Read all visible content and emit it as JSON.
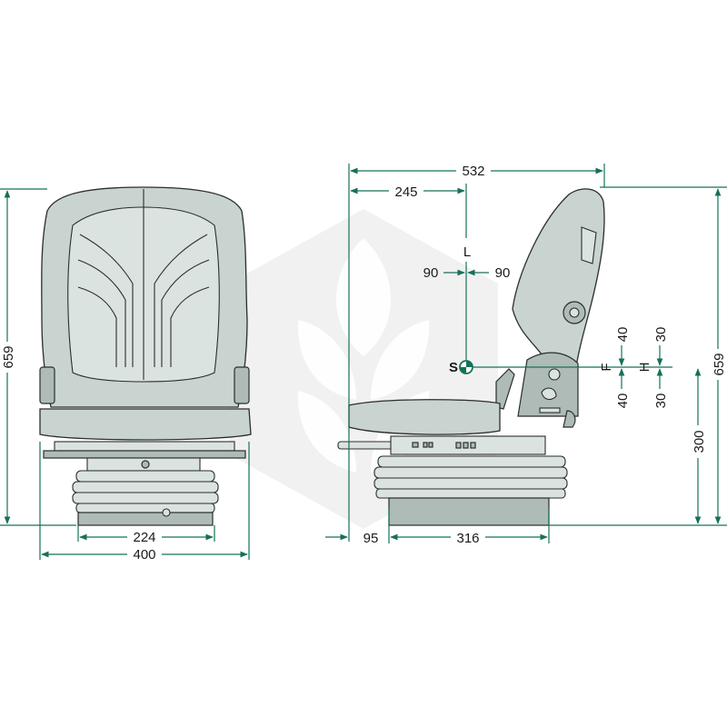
{
  "colors": {
    "dimension_line": "#17705a",
    "seat_fill": "#c9d3cf",
    "outline": "#2a2e2c",
    "watermark": "#e7e7e7"
  },
  "front_view": {
    "overall_height": "659",
    "base_inner_width": "224",
    "overall_width": "400"
  },
  "side_view": {
    "overall_depth": "532",
    "s_point_offset": "245",
    "l_label": "L",
    "fore_aft_minus": "90",
    "fore_aft_plus": "90",
    "s_label": "S",
    "f_label": "F",
    "f_up": "40",
    "f_down": "40",
    "h_label": "H",
    "h_up": "30",
    "h_down": "30",
    "overall_height": "659",
    "seat_height": "300",
    "rear_offset": "95",
    "base_depth": "316"
  }
}
